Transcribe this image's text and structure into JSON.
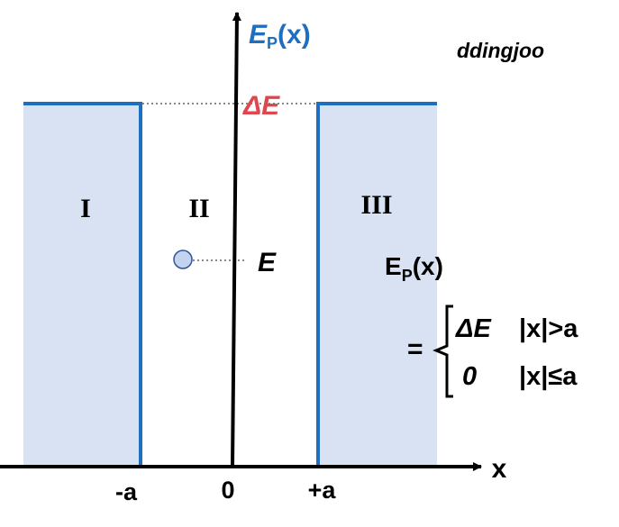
{
  "axes": {
    "y_label_main": "E",
    "y_label_sub": "P",
    "y_label_arg": "(x)",
    "x_label": "x",
    "tick_neg": "-a",
    "tick_zero": "0",
    "tick_pos": "+a"
  },
  "watermark": "ddingjoo",
  "levels": {
    "barrier_label": "ΔE",
    "particle_label": "E"
  },
  "regions": {
    "left": "I",
    "middle": "II",
    "right": "III"
  },
  "formula": {
    "lhs_main": "E",
    "lhs_sub": "P",
    "lhs_arg": "(x)",
    "equals": "=",
    "case1_value": "ΔE",
    "case1_cond": "|x|>a",
    "case2_value": "0",
    "case2_cond": "|x|≤a"
  },
  "colors": {
    "wall": "#1f6fc0",
    "fill": "#d9e2f3",
    "barrier_text": "#e0474c",
    "axis": "#000000",
    "ylabel": "#1f6fc0"
  }
}
